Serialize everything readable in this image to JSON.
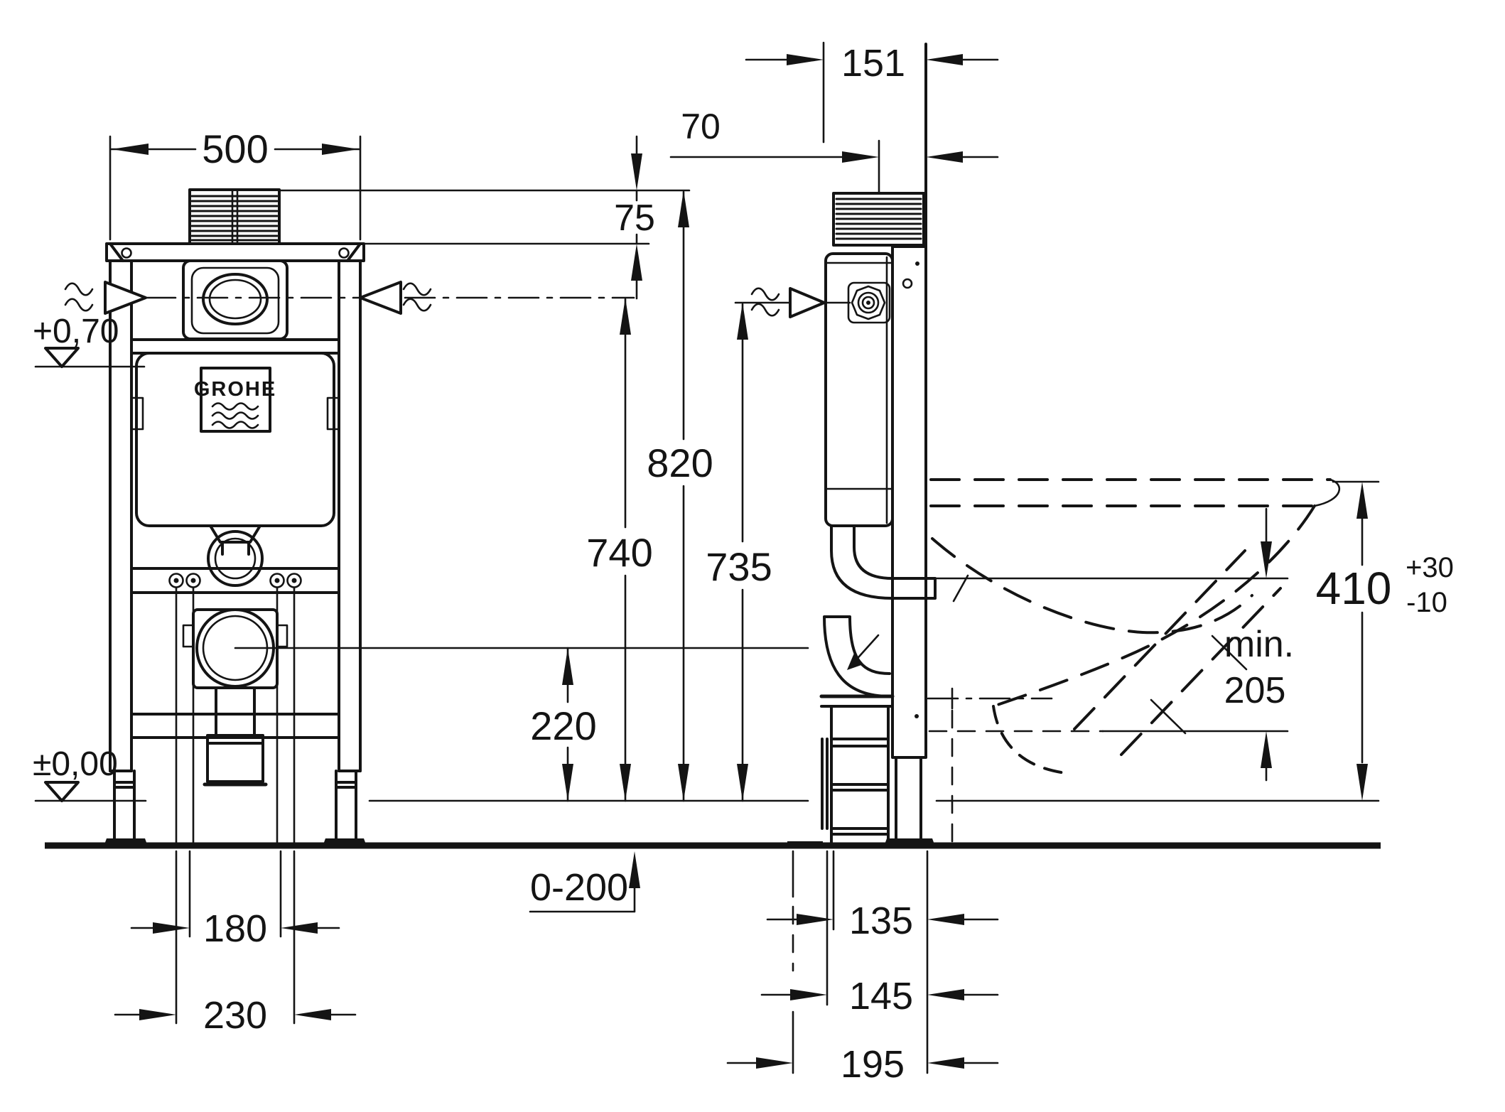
{
  "brand": {
    "logo": "GROHE"
  },
  "front": {
    "width": "500",
    "pipe_protrusion": "75",
    "height_total": "820",
    "height_supply_front": "740",
    "height_supply_side": "735",
    "outlet_height": "220",
    "fixing_inner": "180",
    "fixing_outer": "230",
    "floor_buildup": "0-200",
    "level_supply": "+0,70",
    "level_floor": "±0,00"
  },
  "side": {
    "depth": "151",
    "pipe_offset": "70",
    "drain_offset_a": "135",
    "drain_offset_b": "145",
    "drain_offset_c": "195",
    "bowl_clear_min_label": "min.",
    "bowl_clear_min_value": "205",
    "bowl_height": "410",
    "bowl_height_plus": "+30",
    "bowl_height_minus": "-10"
  }
}
